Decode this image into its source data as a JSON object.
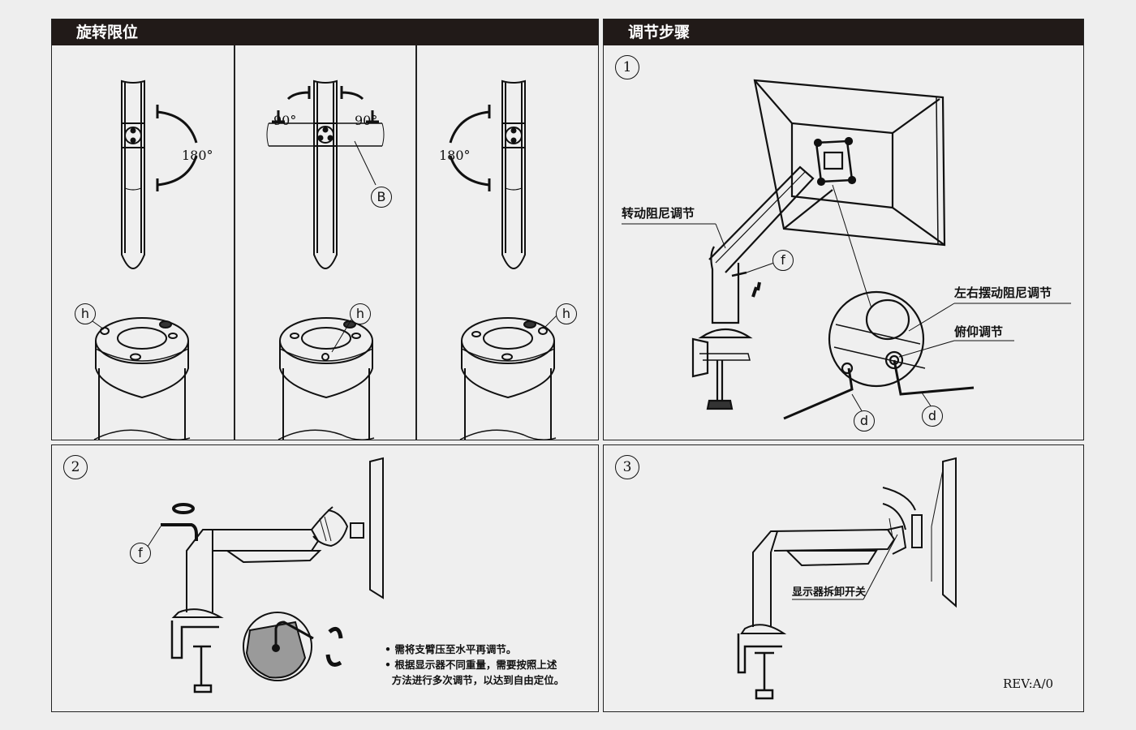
{
  "left_section": {
    "title": "旋转限位",
    "angles": {
      "panel1": "180°",
      "panel2_left": "90°",
      "panel2_right": "90°",
      "panel3": "180°"
    },
    "callouts": {
      "b": "B",
      "h": "h"
    }
  },
  "right_section": {
    "title": "调节步骤",
    "step1": {
      "number": "1",
      "labels": {
        "rotation_damping": "转动阻尼调节",
        "swing_damping": "左右摆动阻尼调节",
        "tilt": "俯仰调节"
      },
      "callouts": {
        "f": "f",
        "d": "d"
      }
    }
  },
  "step2": {
    "number": "2",
    "callout_f": "f",
    "notes": [
      "• 需将支臂压至水平再调节。",
      "• 根据显示器不同重量，需要按照上述",
      "  方法进行多次调节，以达到自由定位。"
    ]
  },
  "step3": {
    "number": "3",
    "label_release": "显示器拆卸开关",
    "revision": "REV:A/0"
  },
  "colors": {
    "header_bg": "#211a18",
    "page_bg": "#eeeeee",
    "line": "#111111"
  }
}
